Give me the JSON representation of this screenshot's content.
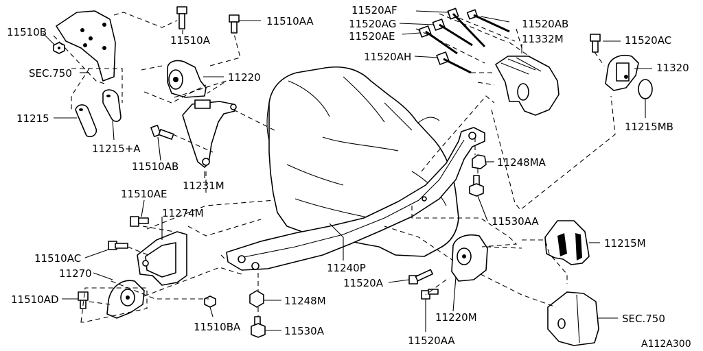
{
  "diagram": {
    "reference": "A112A300",
    "labels": {
      "p11510B": "11510B",
      "p11510A": "11510A",
      "p11510AA": "11510AA",
      "pSEC750a": "SEC.750",
      "p11220": "11220",
      "p11215": "11215",
      "p11215A": "11215+A",
      "p11510AB": "11510AB",
      "p11231M": "11231M",
      "p11520AF": "11520AF",
      "p11520AG": "11520AG",
      "p11520AE": "11520AE",
      "p11520AH": "11520AH",
      "p11520AB": "11520AB",
      "p11332M": "11332M",
      "p11520AC": "11520AC",
      "p11320": "11320",
      "p11215MB": "11215MB",
      "p11248MA": "11248MA",
      "p11530AA": "11530AA",
      "p11510AE": "11510AE",
      "p11274M": "11274M",
      "p11510AC": "11510AC",
      "p11270": "11270",
      "p11510AD": "11510AD",
      "p11510BA": "11510BA",
      "p11240P": "11240P",
      "p11248M": "11248M",
      "p11530A": "11530A",
      "p11520A": "11520A",
      "p11220M": "11220M",
      "p11520AA": "11520AA",
      "p11215M": "11215M",
      "pSEC750b": "SEC.750"
    }
  }
}
